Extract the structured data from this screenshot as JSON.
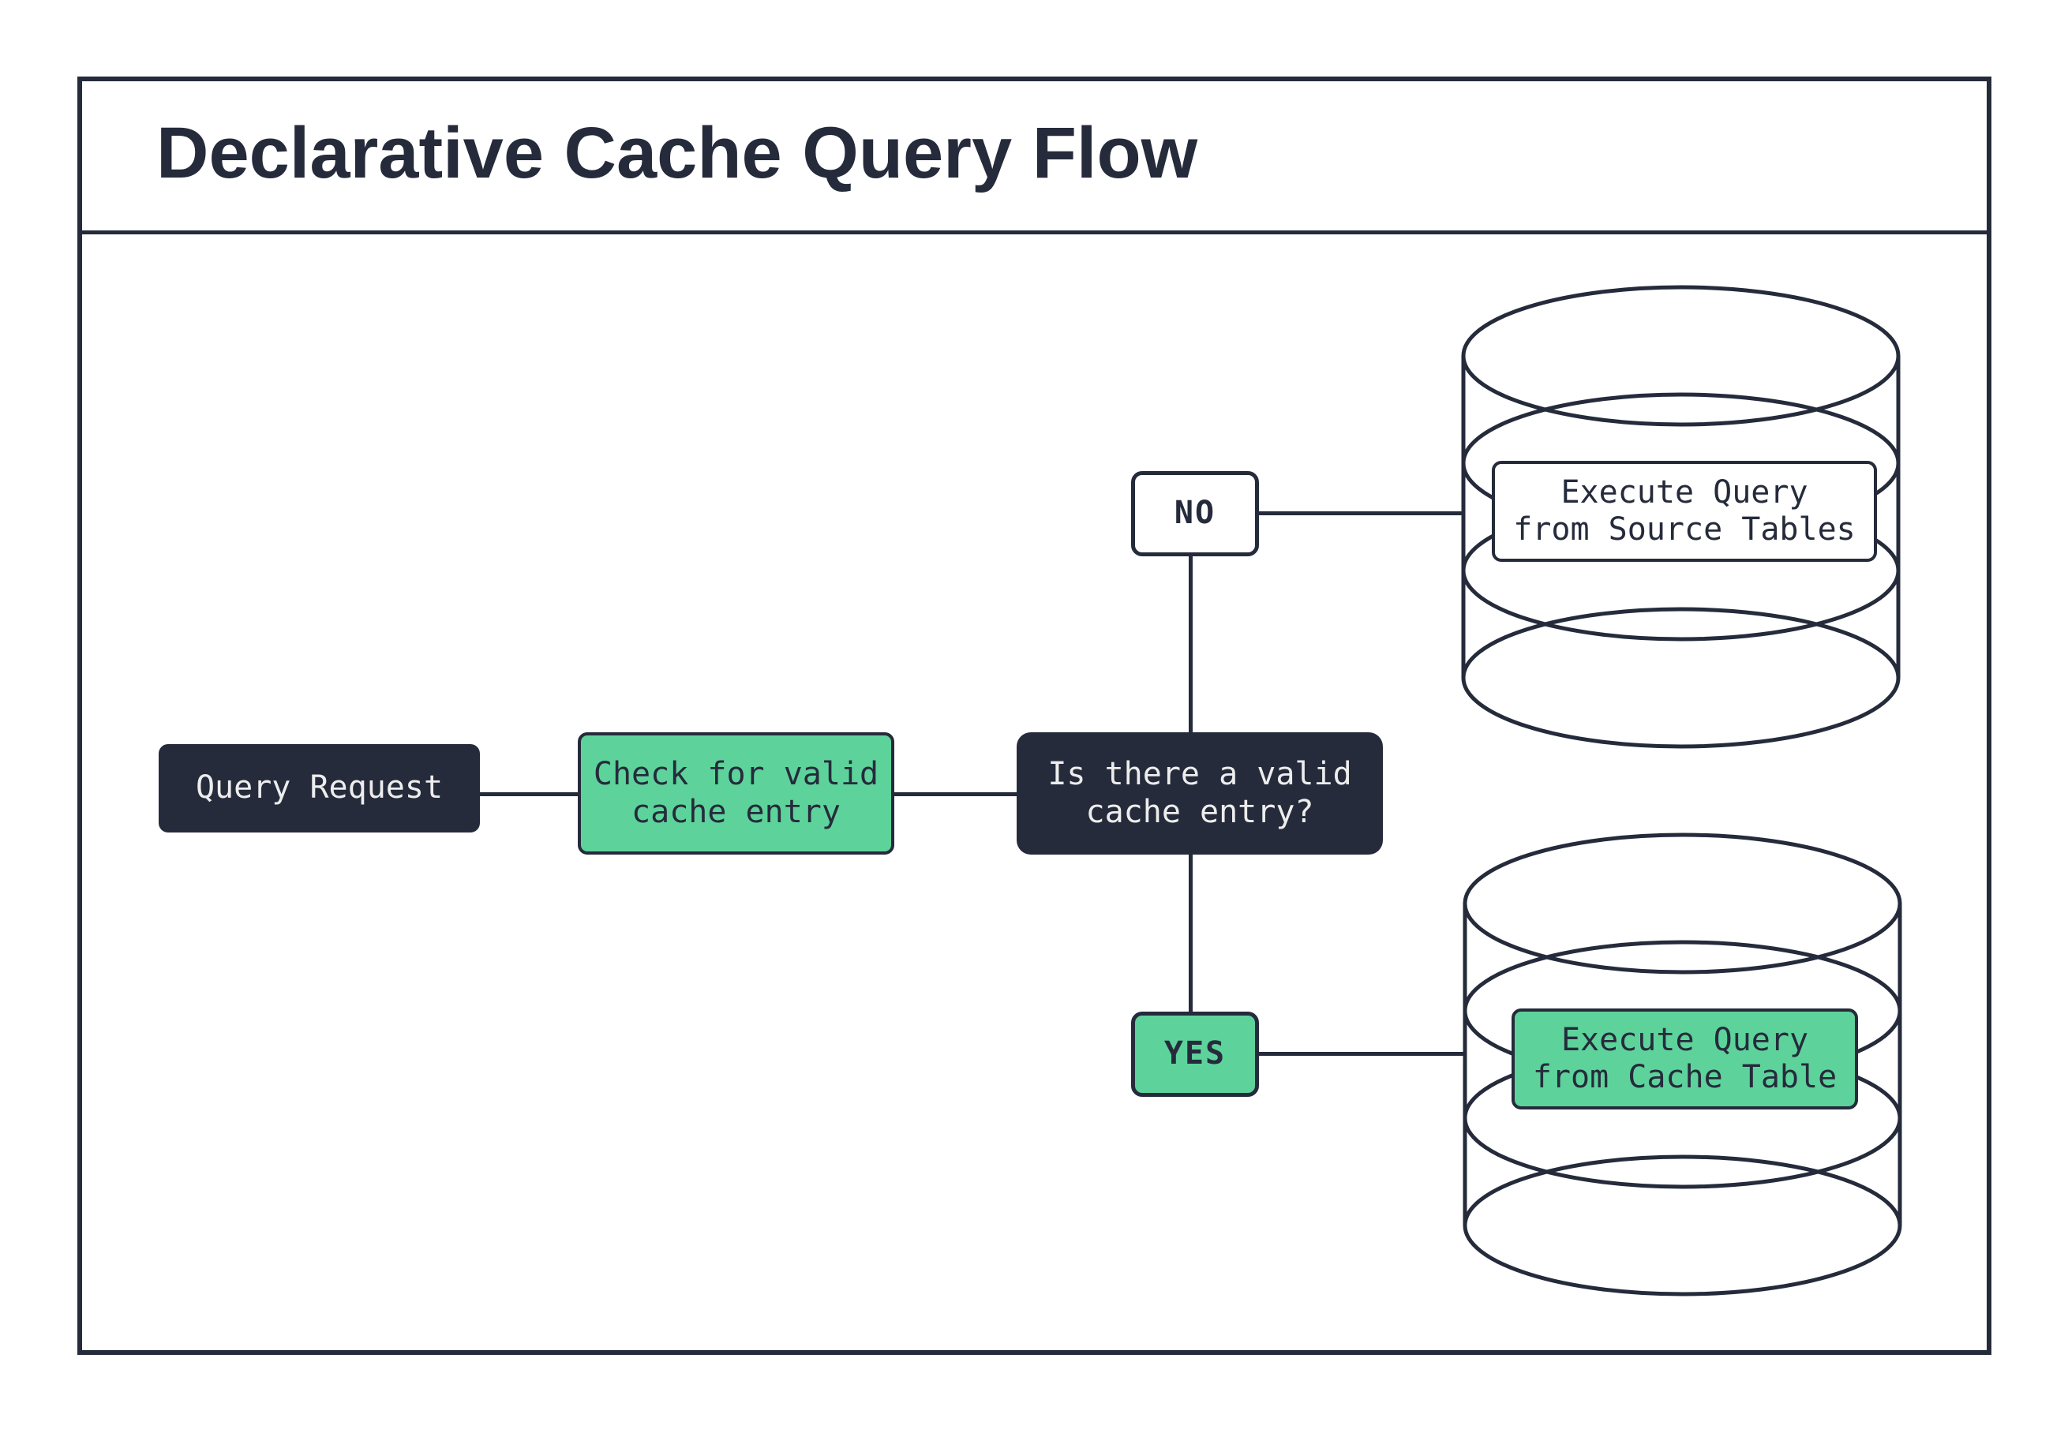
{
  "title": "Declarative Cache Query Flow",
  "colors": {
    "navy": "#252b3b",
    "green": "#5dd39b",
    "paper": "#ffffff",
    "light_text": "#ededed"
  },
  "nodes": {
    "query_request": {
      "label": "Query Request"
    },
    "check_cache": {
      "label": "Check for valid\ncache entry"
    },
    "decision": {
      "label": "Is there a valid\ncache entry?"
    },
    "branch_no": {
      "label": "NO"
    },
    "branch_yes": {
      "label": "YES"
    },
    "execute_source": {
      "label": "Execute Query\nfrom Source Tables"
    },
    "execute_cache": {
      "label": "Execute Query\nfrom Cache Table"
    }
  }
}
